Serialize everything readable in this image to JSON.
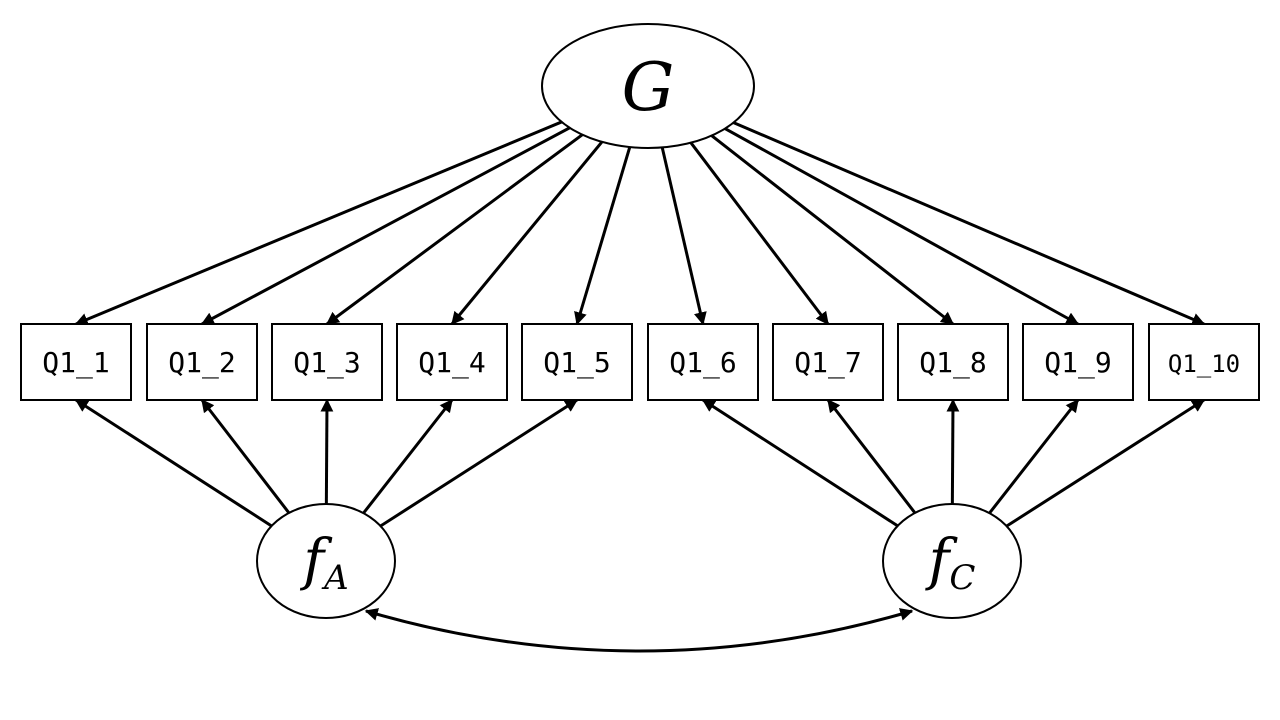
{
  "general_factor": {
    "label": "G"
  },
  "indicators": [
    "Q1_1",
    "Q1_2",
    "Q1_3",
    "Q1_4",
    "Q1_5",
    "Q1_6",
    "Q1_7",
    "Q1_8",
    "Q1_9",
    "Q1_10"
  ],
  "specific_factors": [
    {
      "symbol": "f",
      "subscript": "A",
      "indicators": [
        0,
        1,
        2,
        3,
        4
      ]
    },
    {
      "symbol": "f",
      "subscript": "C",
      "indicators": [
        5,
        6,
        7,
        8,
        9
      ]
    }
  ],
  "correlation": {
    "between": [
      0,
      1
    ]
  }
}
